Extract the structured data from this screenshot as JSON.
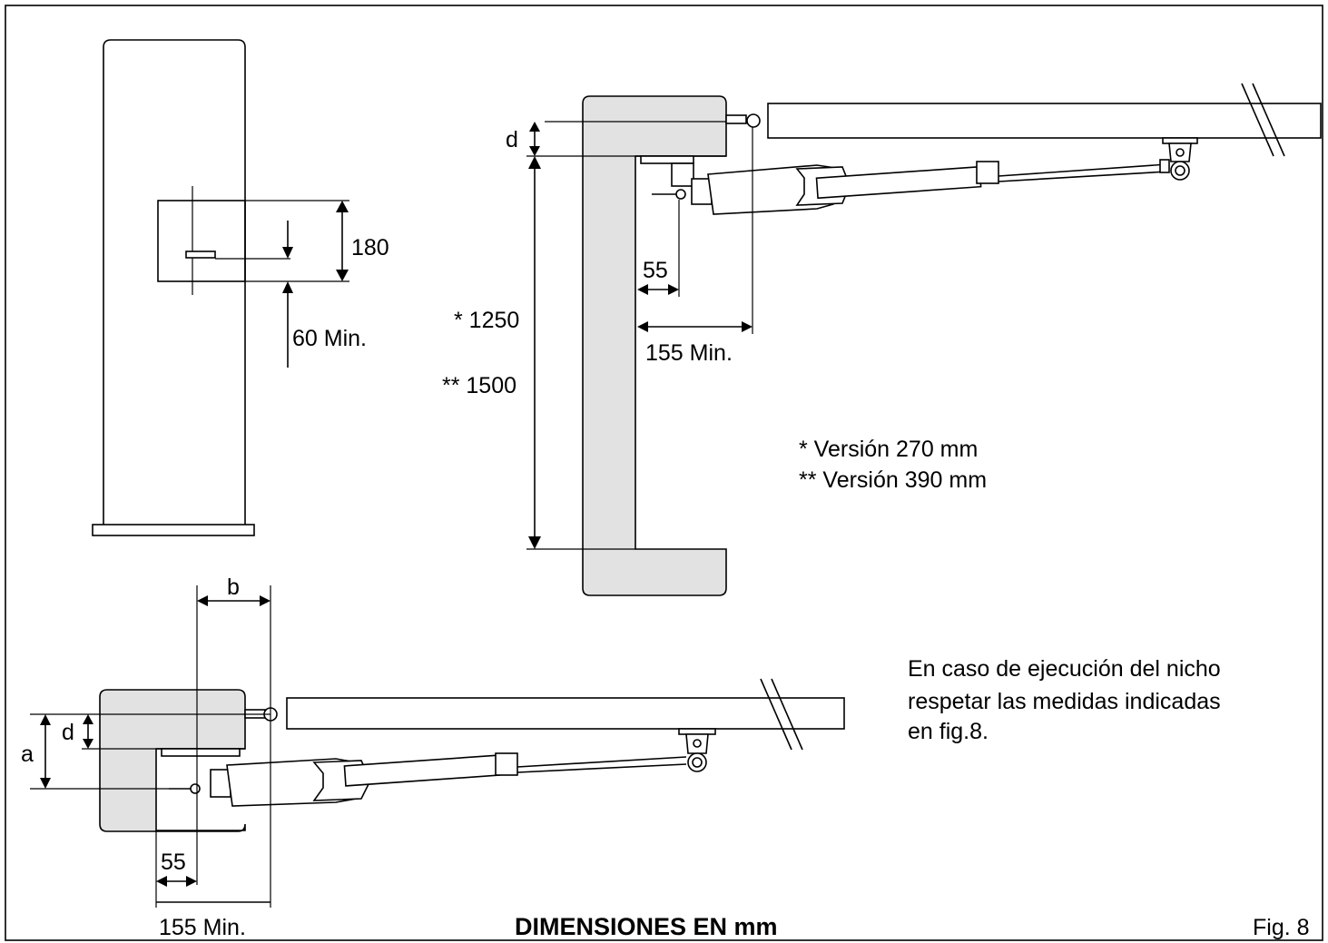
{
  "figure_label": "Fig. 8",
  "bottom_title": "DIMENSIONES EN mm",
  "view_front": {
    "dim_180": "180",
    "dim_60": "60 Min."
  },
  "view_side": {
    "dim_d": "d",
    "dim_1250": "* 1250",
    "dim_1500": "** 1500",
    "dim_55": "55",
    "dim_155": "155 Min."
  },
  "legend": {
    "line1": "*  Versión 270 mm",
    "line2": "** Versión 390 mm"
  },
  "view_bottom": {
    "dim_b": "b",
    "dim_d": "d",
    "dim_a": "a",
    "dim_55": "55",
    "dim_155": "155 Min."
  },
  "note": {
    "line1": "En caso de ejecución del nicho",
    "line2": "respetar las medidas indicadas",
    "line3": "en fig.8."
  }
}
